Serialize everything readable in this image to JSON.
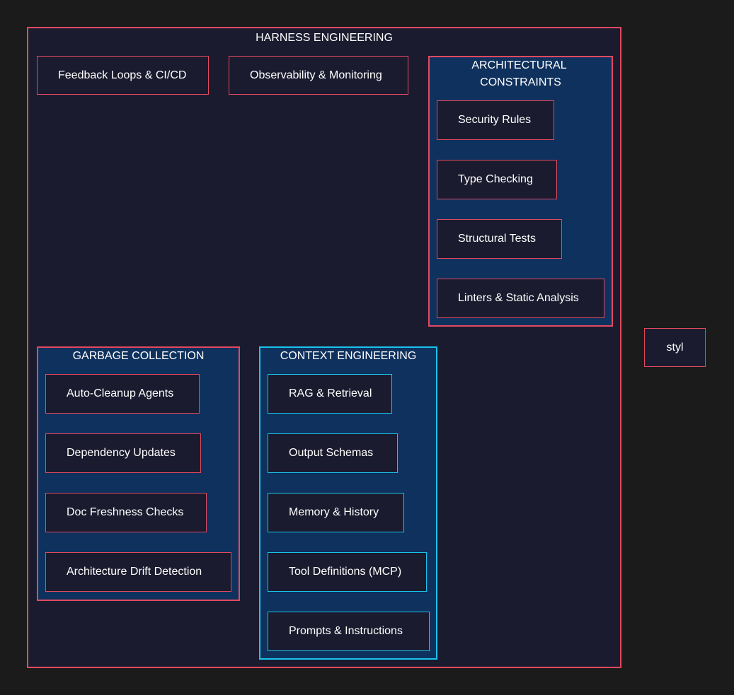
{
  "colors": {
    "background": "#1b1b1b",
    "harness_fill": "#1b1b2f",
    "subgroup_fill": "#0f315e",
    "pink_border": "#e2495f",
    "cyan_border": "#19c4ec",
    "text": "#ffffff"
  },
  "harness": {
    "title": "HARNESS ENGINEERING",
    "feedback": "Feedback Loops & CI/CD",
    "observability": "Observability & Monitoring"
  },
  "architectural": {
    "title_line1": "ARCHITECTURAL",
    "title_line2": "CONSTRAINTS",
    "items": [
      "Security Rules",
      "Type Checking",
      "Structural Tests",
      "Linters & Static Analysis"
    ]
  },
  "garbage": {
    "title": "GARBAGE COLLECTION",
    "items": [
      "Auto-Cleanup Agents",
      "Dependency Updates",
      "Doc Freshness Checks",
      "Architecture Drift Detection"
    ]
  },
  "context": {
    "title": "CONTEXT ENGINEERING",
    "items": [
      "RAG & Retrieval",
      "Output Schemas",
      "Memory & History",
      "Tool Definitions (MCP)",
      "Prompts & Instructions"
    ]
  },
  "orphan": {
    "label": "styl"
  }
}
